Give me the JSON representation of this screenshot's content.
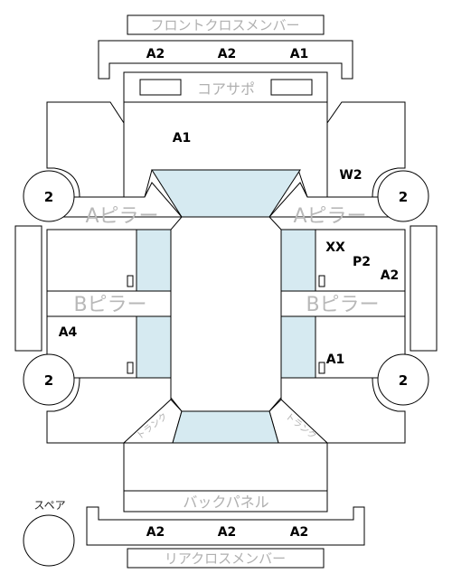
{
  "parts": {
    "front_cross_member": "フロントクロスメンバー",
    "core_support": "コアサポ",
    "a_pillar": "Aピラー",
    "b_pillar": "Bピラー",
    "back_panel": "バックパネル",
    "rear_cross_member": "リアクロスメンバー",
    "spare": "スペア",
    "trunk_left": "トランク",
    "trunk_right": "トランク"
  },
  "grades": {
    "front_member_left": "A2",
    "front_member_center": "A2",
    "front_member_right": "A1",
    "hood": "A1",
    "right_front_fender": "W2",
    "right_door_xx": "XX",
    "right_door_p2": "P2",
    "right_door_a2": "A2",
    "left_rear": "A4",
    "right_rear": "A1",
    "rear_member_left": "A2",
    "rear_member_center": "A2",
    "rear_member_right": "A2"
  },
  "tires": {
    "front_left": "2",
    "front_right": "2",
    "rear_left": "2",
    "rear_right": "2"
  }
}
